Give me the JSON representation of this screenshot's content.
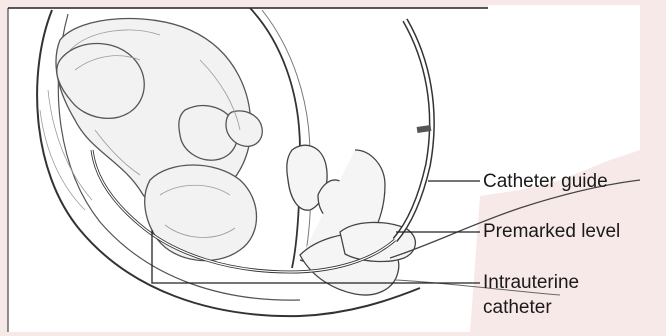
{
  "labels": {
    "catheter_guide": "Catheter guide",
    "premarked_level": "Premarked level",
    "intrauterine_catheter_line1": "Intrauterine",
    "intrauterine_catheter_line2": "catheter"
  },
  "colors": {
    "background": "#f8e9e9",
    "drawing_bg": "#ffffff",
    "ink": "#333333",
    "shading": "#9a9a9a"
  }
}
